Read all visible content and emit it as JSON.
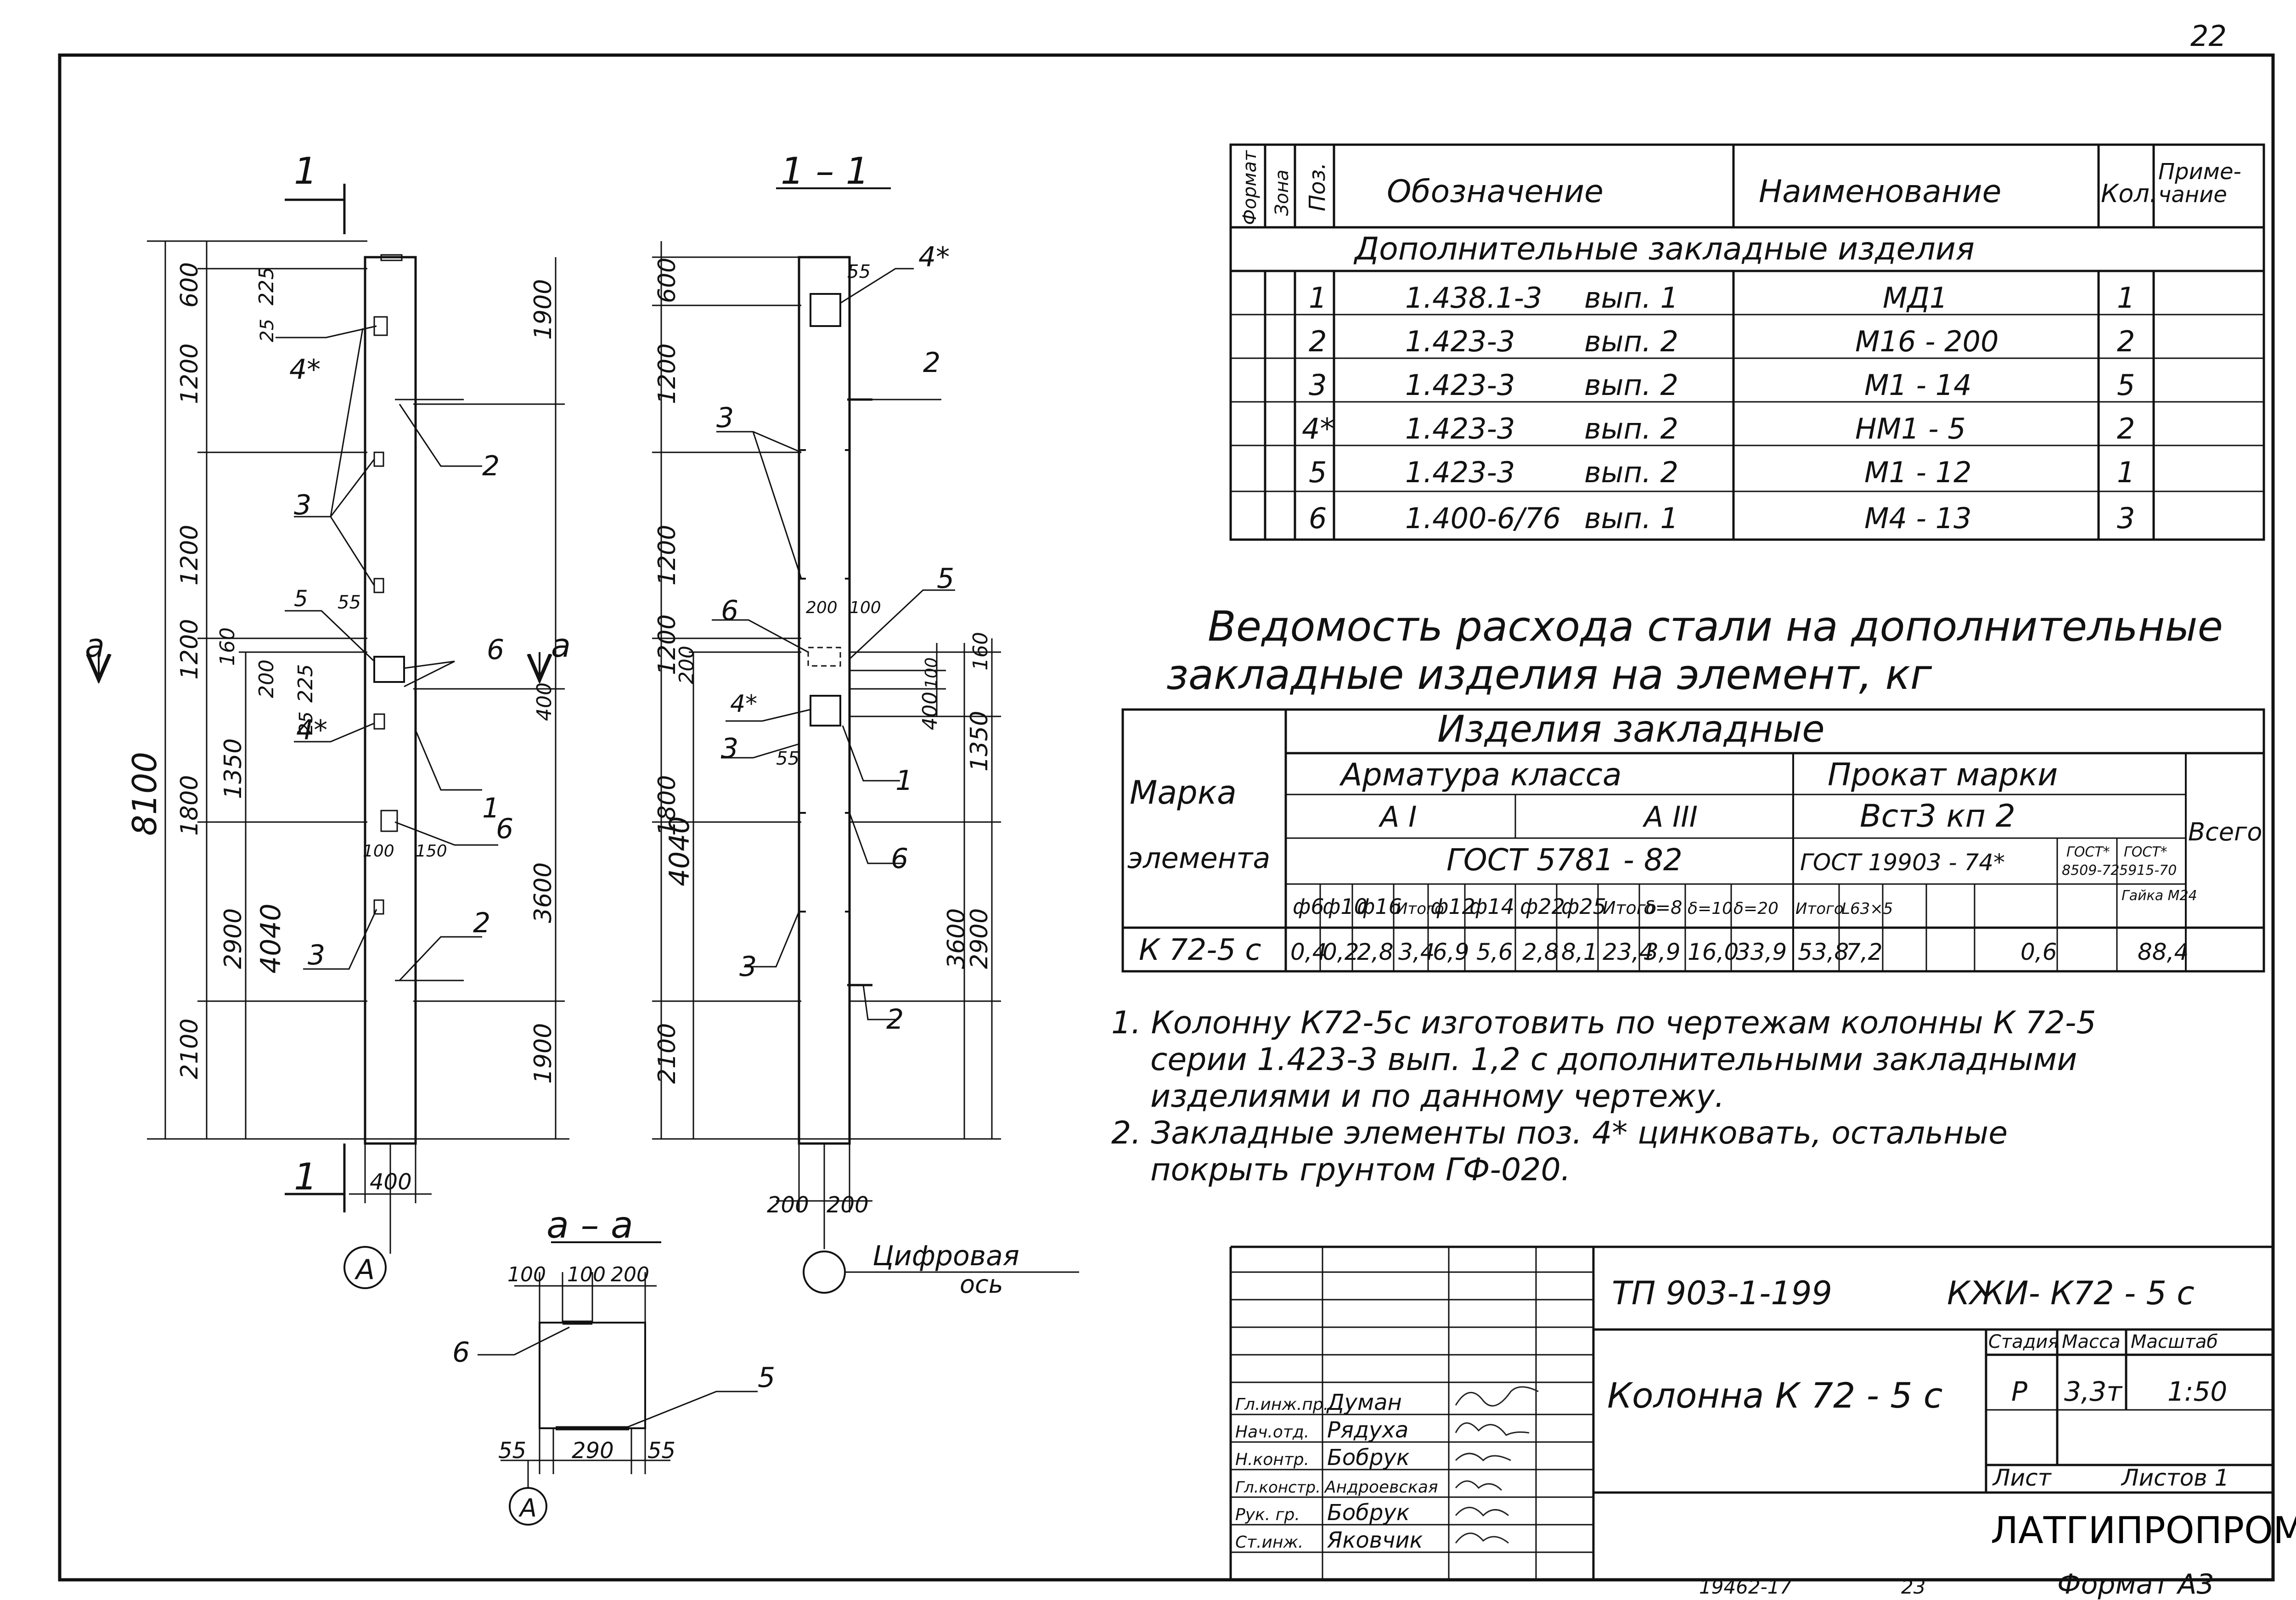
{
  "page_number": "22",
  "format_label": "Формат А3",
  "archive_number": "19462-17",
  "sheet_index": "23",
  "section_marks": {
    "cut": "1",
    "section_title": "1 – 1",
    "aa_mark": "а",
    "aa_title": "а – а"
  },
  "axis": {
    "a_label": "А",
    "digital_axis_line1": "Цифровая",
    "digital_axis_line2": "ось"
  },
  "column_view": {
    "dims_total": "8100",
    "dims_left": [
      "600",
      "1200",
      "1200",
      "1200",
      "1800",
      "2100"
    ],
    "dims_inner": [
      "225",
      "25",
      "160",
      "200",
      "225",
      "25",
      "1350",
      "2900",
      "4040"
    ],
    "dims_right": [
      "1900",
      "400",
      "3600",
      "1900"
    ],
    "width": "400",
    "small_dims": [
      "55",
      "100",
      "150"
    ],
    "callouts": [
      "1",
      "2",
      "2",
      "3",
      "3",
      "4*",
      "4*",
      "5",
      "6",
      "6"
    ]
  },
  "section_view": {
    "dims_left": [
      "600",
      "1200",
      "1200",
      "1200",
      "1800",
      "2100"
    ],
    "dims_inner": [
      "200",
      "4040"
    ],
    "dims_right": [
      "160",
      "100",
      "400",
      "1350",
      "3600",
      "2900"
    ],
    "small_dims": [
      "55",
      "200",
      "100",
      "55"
    ],
    "bottom_dims": [
      "200",
      "200"
    ],
    "callouts": [
      "1",
      "2",
      "2",
      "3",
      "3",
      "3",
      "4*",
      "4*",
      "5",
      "6",
      "6"
    ]
  },
  "aa_view": {
    "top_dims": [
      "100",
      "100",
      "200"
    ],
    "bottom_dims": [
      "55",
      "290",
      "55"
    ],
    "callouts": [
      "6",
      "5"
    ]
  },
  "spec_table": {
    "headers": {
      "format": "Формат",
      "zone": "Зона",
      "pos": "Поз.",
      "designation": "Обозначение",
      "name": "Наименование",
      "qty": "Кол.",
      "note_line1": "Приме-",
      "note_line2": "чание"
    },
    "section_title": "Дополнительные закладные изделия",
    "rows": [
      {
        "pos": "1",
        "designation": "1.438.1-3",
        "variant": "вып. 1",
        "name": "МД1",
        "qty": "1"
      },
      {
        "pos": "2",
        "designation": "1.423-3",
        "variant": "вып. 2",
        "name": "М16 - 200",
        "qty": "2"
      },
      {
        "pos": "3",
        "designation": "1.423-3",
        "variant": "вып. 2",
        "name": "М1 - 14",
        "qty": "5"
      },
      {
        "pos": "4*",
        "designation": "1.423-3",
        "variant": "вып. 2",
        "name": "НМ1 - 5",
        "qty": "2"
      },
      {
        "pos": "5",
        "designation": "1.423-3",
        "variant": "вып. 2",
        "name": "М1 - 12",
        "qty": "1"
      },
      {
        "pos": "6",
        "designation": "1.400-6/76",
        "variant": "вып. 1",
        "name": "М4 - 13",
        "qty": "3"
      }
    ]
  },
  "steel_title_line1": "Ведомость расхода стали на дополнительные",
  "steel_title_line2": "закладные изделия на элемент, кг",
  "steel_table": {
    "mark_header_line1": "Марка",
    "mark_header_line2": "элемента",
    "group_header": "Изделия закладные",
    "rebar_header": "Арматура класса",
    "rolled_header": "Прокат марки",
    "total_header": "Всего",
    "class_ai": "А I",
    "class_aiii": "А III",
    "steel_grade": "Вст3 кп 2",
    "gost_rebar": "ГОСТ 5781 - 82",
    "gost_rolled": "ГОСТ 19903 - 74*",
    "gost_angle_line1": "ГОСТ*",
    "gost_angle_line2": "8509-72",
    "gost_nut_line1": "ГОСТ*",
    "gost_nut_line2": "5915-70",
    "sub_headers": [
      "ф6",
      "ф10",
      "ф16",
      "Итого",
      "ф12",
      "ф14",
      "ф22",
      "ф25",
      "Итого",
      "δ=8",
      "δ=10",
      "δ=20",
      "Итого",
      "L63×5",
      "Гайка М24"
    ],
    "row_mark": "К 72-5 с",
    "row_values": [
      "0,4",
      "0,2",
      "2,8",
      "3,4",
      "6,9",
      "5,6",
      "2,8",
      "8,1",
      "23,4",
      "3,9",
      "16,0",
      "33,9",
      "53,8",
      "7,2",
      "0,6",
      "88,4"
    ]
  },
  "notes": [
    "1. Колонну К72-5с изготовить по чертежам колонны К 72-5",
    "серии 1.423-3 вып. 1,2 с дополнительными закладными",
    "изделиями и по данному чертежу.",
    "2. Закладные элементы поз. 4* цинковать, остальные",
    "покрыть грунтом ГФ-020."
  ],
  "title_block": {
    "doc_code": "ТП 903-1-199",
    "doc_mark": "КЖИ- К72 - 5 с",
    "title": "Колонна К 72 - 5 с",
    "stage_label": "Стадия",
    "mass_label": "Масса",
    "scale_label": "Масштаб",
    "stage": "Р",
    "mass": "3,3т",
    "scale": "1:50",
    "sheet_label": "Лист",
    "sheets_label": "Листов 1",
    "organization": "ЛАТГИПРОПРОМ",
    "signers": [
      {
        "role": "Гл.инж.пр.",
        "name": "Думан"
      },
      {
        "role": "Нач.отд.",
        "name": "Рядуха"
      },
      {
        "role": "Н.контр.",
        "name": "Бобрук"
      },
      {
        "role": "Гл.констр.",
        "name": "Андроевская"
      },
      {
        "role": "Рук. гр.",
        "name": "Бобрук"
      },
      {
        "role": "Ст.инж.",
        "name": "Яковчик"
      }
    ]
  }
}
